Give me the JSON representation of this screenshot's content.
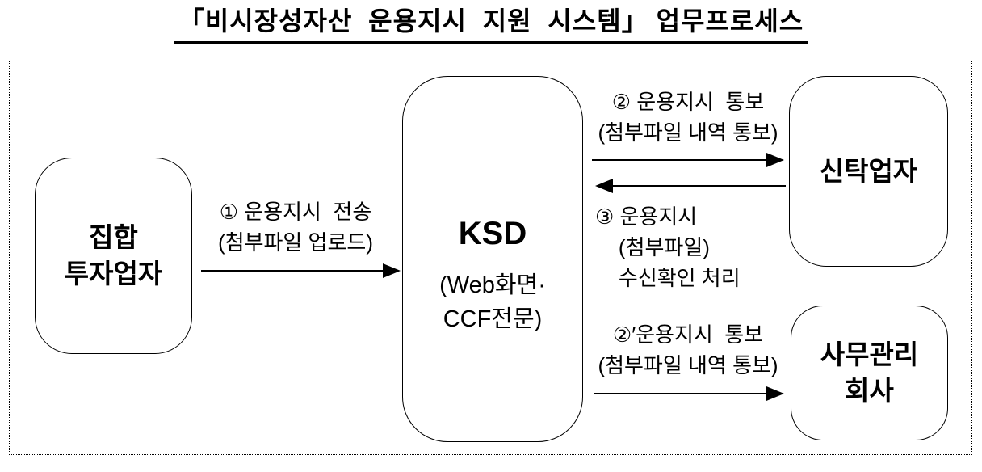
{
  "title": "「비시장성자산  운용지시  지원  시스템」 업무프로세스",
  "nodes": {
    "collective": {
      "label": "집합\n투자업자"
    },
    "ksd": {
      "name": "KSD",
      "subtitle": "(Web화면·\nCCF전문)"
    },
    "trust": {
      "label": "신탁업자"
    },
    "admin": {
      "label": "사무관리\n회사"
    }
  },
  "flows": [
    {
      "id": "1",
      "label": "① 운용지시  전송\n(첨부파일 업로드)",
      "from": "집합투자업자",
      "to": "KSD",
      "direction": "right"
    },
    {
      "id": "2",
      "label": "② 운용지시  통보\n(첨부파일 내역 통보)",
      "from": "KSD",
      "to": "신탁업자",
      "direction": "right"
    },
    {
      "id": "3",
      "label": "③ 운용지시\n    (첨부파일)\n    수신확인 처리",
      "from": "신탁업자",
      "to": "KSD",
      "direction": "left"
    },
    {
      "id": "2prime",
      "label": "②′운용지시  통보\n(첨부파일 내역 통보)",
      "from": "KSD",
      "to": "사무관리회사",
      "direction": "right"
    }
  ]
}
